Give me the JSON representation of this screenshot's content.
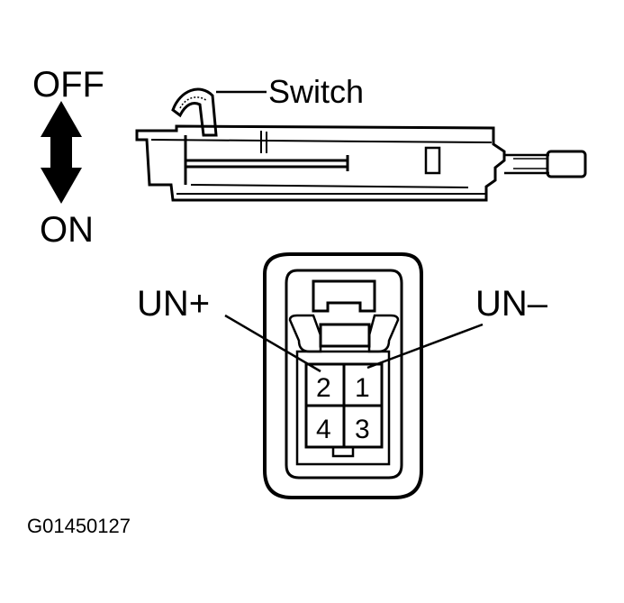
{
  "switch_diagram": {
    "off_label": "OFF",
    "on_label": "ON",
    "switch_label": "Switch"
  },
  "connector": {
    "left_terminal_label": "UN+",
    "right_terminal_label": "UN–",
    "pins": [
      "2",
      "1",
      "4",
      "3"
    ]
  },
  "figure_code": "G01450127"
}
